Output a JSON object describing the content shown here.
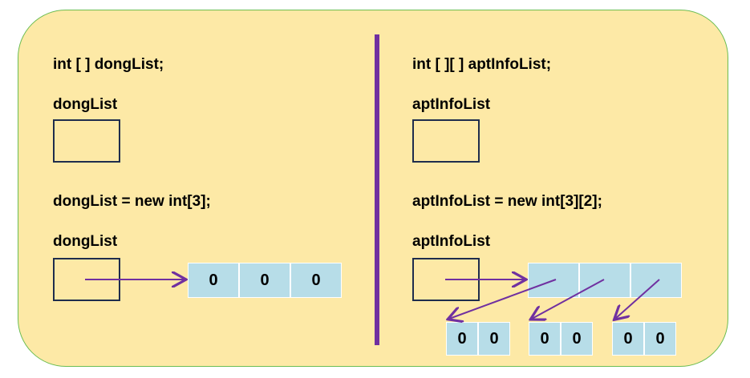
{
  "left": {
    "declaration": "int [ ] dongList;",
    "label_1": "dongList",
    "assignment": "dongList = new int[3];",
    "label_2": "dongList",
    "array_values": [
      "0",
      "0",
      "0"
    ]
  },
  "right": {
    "declaration": "int [ ][ ] aptInfoList;",
    "label_1": "aptInfoList",
    "assignment": "aptInfoList = new int[3][2];",
    "label_2": "aptInfoList",
    "outer_array": [
      "",
      "",
      ""
    ],
    "inner_arrays": [
      [
        "0",
        "0"
      ],
      [
        "0",
        "0"
      ],
      [
        "0",
        "0"
      ]
    ]
  },
  "colors": {
    "panel_bg": "#fde9a6",
    "panel_border": "#6bbd52",
    "divider": "#7030a0",
    "arrow": "#7030a0",
    "cell_bg": "#b7dde8",
    "box_border": "#1f2d4d"
  }
}
